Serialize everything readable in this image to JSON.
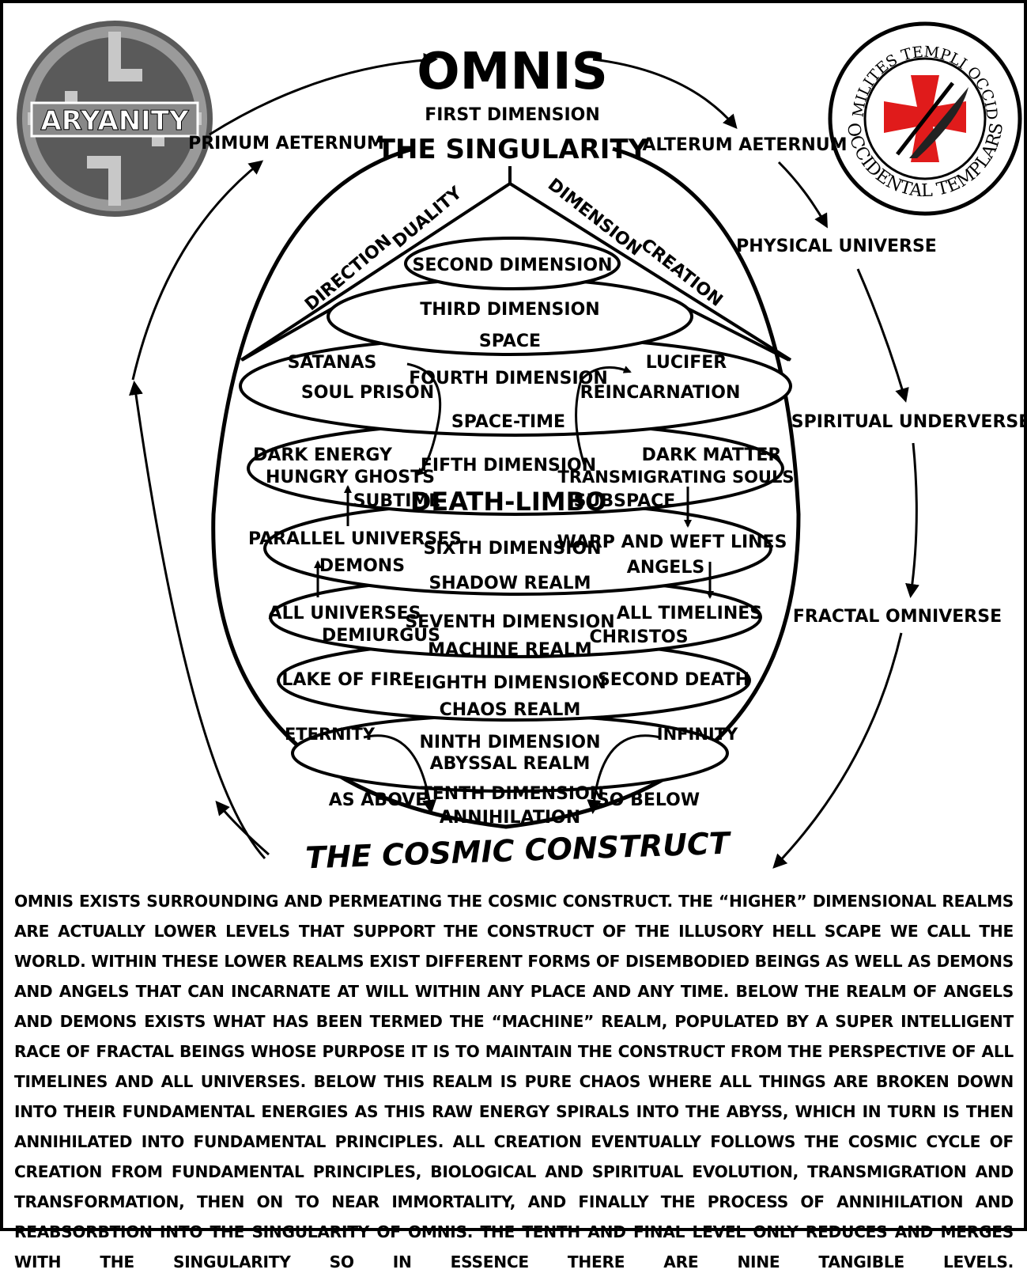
{
  "header": {
    "omnis": "OMNIS",
    "first_dimension": "FIRST DIMENSION",
    "singularity": "THE SINGULARITY",
    "primum": "PRIMUM AETERNUM",
    "alterum": "ALTERUM AETERNUM"
  },
  "logos": {
    "left_text": "ARYANITY",
    "right_ring_top": "ORDO MILITES TEMPLI OCCIDENTIS",
    "right_ring_bottom": "OCCIDENTAL TEMPLARS"
  },
  "right_column": {
    "physical": "PHYSICAL UNIVERSE",
    "spiritual": "SPIRITUAL UNDERVERSE",
    "fractal": "FRACTAL OMNIVERSE"
  },
  "branches": {
    "direction": "DIRECTION",
    "duality": "DUALITY",
    "dimension": "DIMENSION",
    "creation": "CREATION"
  },
  "levels": {
    "second": "SECOND DIMENSION",
    "third": "THIRD DIMENSION",
    "space": "SPACE",
    "satanas": "SATANAS",
    "soul_prison": "SOUL PRISON",
    "fourth": "FOURTH DIMENSION",
    "lucifer": "LUCIFER",
    "reincarnation": "REINCARNATION",
    "space_time": "SPACE-TIME",
    "dark_energy": "DARK ENERGY",
    "hungry_ghosts": "HUNGRY GHOSTS",
    "fifth": "FIFTH DIMENSION",
    "dark_matter": "DARK MATTER",
    "transmigrating": "TRANSMIGRATING SOULS",
    "subtime": "SUBTIME",
    "death_limbo": "DEATH-LIMBO",
    "subspace": "SUBSPACE",
    "parallel": "PARALLEL UNIVERSES",
    "demons": "DEMONS",
    "sixth": "SIXTH DIMENSION",
    "shadow": "SHADOW REALM",
    "warp": "WARP AND WEFT LINES",
    "angels": "ANGELS",
    "all_universes": "ALL UNIVERSES",
    "demiurgus": "DEMIURGUS",
    "seventh": "SEVENTH DIMENSION",
    "machine": "MACHINE REALM",
    "all_timelines": "ALL TIMELINES",
    "christos": "CHRISTOS",
    "lake": "LAKE OF FIRE",
    "eighth": "EIGHTH DIMENSION",
    "chaos": "CHAOS REALM",
    "second_death": "SECOND DEATH",
    "eternity": "ETERNITY",
    "ninth": "NINTH DIMENSION",
    "abyssal": "ABYSSAL REALM",
    "infinity": "INFINITY",
    "as_above": "AS ABOVE",
    "tenth": "TENTH DIMENSION",
    "annihilation": "ANNIHILATION",
    "so_below": "SO BELOW"
  },
  "footer_title": "THE COSMIC CONSTRUCT",
  "caption": "OMNIS EXISTS SURROUNDING AND PERMEATING THE COSMIC CONSTRUCT. THE “HIGHER” DIMENSIONAL REALMS ARE ACTUALLY LOWER LEVELS THAT SUPPORT THE CONSTRUCT OF THE ILLUSORY HELL SCAPE WE CALL THE WORLD. WITHIN THESE LOWER REALMS EXIST DIFFERENT FORMS OF DISEMBODIED BEINGS AS WELL AS DEMONS AND ANGELS THAT CAN INCARNATE AT WILL WITHIN ANY PLACE AND ANY TIME. BELOW THE REALM OF ANGELS AND DEMONS EXISTS WHAT HAS BEEN TERMED THE “MACHINE” REALM, POPULATED BY A SUPER INTELLIGENT RACE OF FRACTAL BEINGS WHOSE PURPOSE IT IS TO MAINTAIN THE CONSTRUCT FROM THE PERSPECTIVE OF ALL TIMELINES AND ALL UNIVERSES. BELOW THIS REALM IS PURE CHAOS WHERE ALL THINGS ARE BROKEN DOWN INTO THEIR FUNDAMENTAL ENERGIES AS THIS RAW ENERGY SPIRALS INTO THE ABYSS, WHICH IN TURN IS THEN ANNIHILATED INTO FUNDAMENTAL PRINCIPLES. ALL CREATION EVENTUALLY FOLLOWS THE COSMIC CYCLE OF CREATION FROM FUNDAMENTAL PRINCIPLES, BIOLOGICAL AND SPIRITUAL EVOLUTION, TRANSMIGRATION AND TRANSFORMATION, THEN ON TO NEAR IMMORTALITY, AND FINALLY THE PROCESS OF ANNIHILATION AND REABSORBTION INTO THE SINGULARITY OF OMNIS. THE TENTH AND FINAL LEVEL ONLY REDUCES AND MERGES WITH THE SINGULARITY SO IN ESSENCE THERE ARE NINE TANGIBLE LEVELS.",
  "colors": {
    "ink": "#000000",
    "cross_red": "#e01b1b",
    "logo_gray": "#8a8a8a"
  }
}
